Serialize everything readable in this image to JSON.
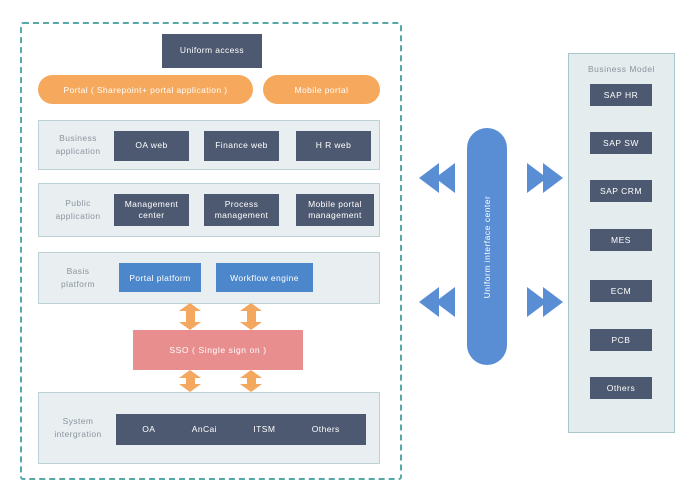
{
  "colors": {
    "dark_slate": "#4d5970",
    "orange": "#f6a85c",
    "blue": "#4d87cb",
    "capsule_blue": "#5a8ed4",
    "pink": "#e98e8e",
    "teal_dashed_border": "#57a8a8",
    "section_bg": "#e9eff1",
    "label_gray": "#8b949e"
  },
  "left": {
    "uniform_access": "Uniform access",
    "portal_main": "Portal ( Sharepoint+ portal application )",
    "portal_mobile": "Mobile portal",
    "business_app": {
      "label1": "Business",
      "label2": "application",
      "boxes": [
        "OA web",
        "Finance web",
        "H R web"
      ]
    },
    "public_app": {
      "label1": "Public",
      "label2": "application",
      "boxes": [
        "Management center",
        "Process management",
        "Mobile portal management"
      ]
    },
    "basis": {
      "label1": "Basis",
      "label2": "platform",
      "boxes": [
        "Portal platform",
        "Workflow engine"
      ]
    },
    "sso": "SSO ( Single sign on )",
    "system": {
      "label1": "System",
      "label2": "intergration",
      "items": [
        "OA",
        "AnCai",
        "ITSM",
        "Others"
      ]
    }
  },
  "center": {
    "label": "Uniform interface center"
  },
  "right": {
    "title": "Business Model",
    "boxes": [
      "SAP HR",
      "SAP SW",
      "SAP CRM",
      "MES",
      "ECM",
      "PCB",
      "Others"
    ]
  }
}
